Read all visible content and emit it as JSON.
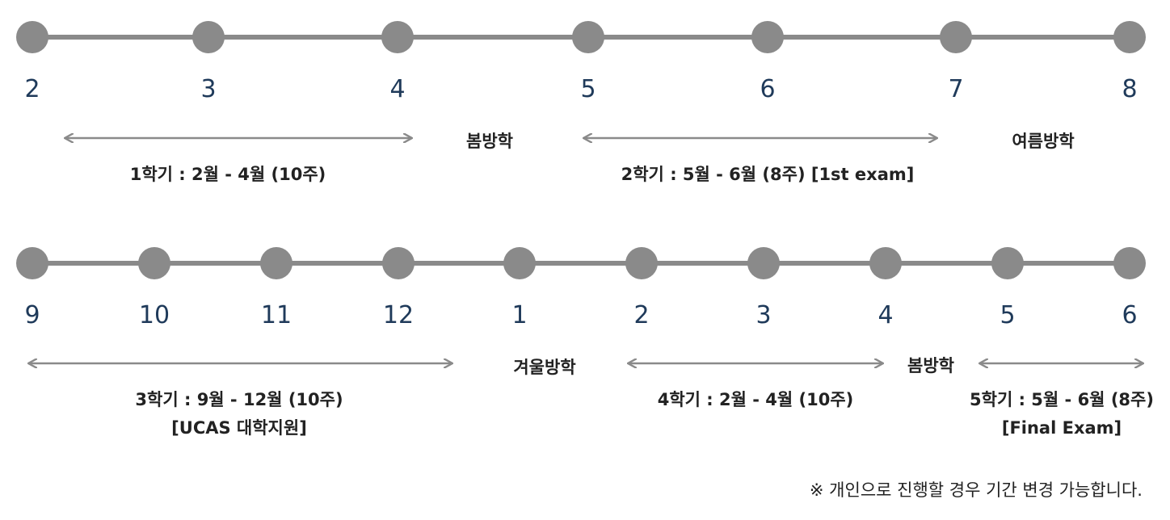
{
  "colors": {
    "track": "#8a8a8a",
    "node": "#8a8a8a",
    "month_text": "#1f3a5a",
    "label_text": "#222222",
    "arrow": "#8a8a8a"
  },
  "timeline_1": {
    "months": [
      "2",
      "3",
      "4",
      "5",
      "6",
      "7",
      "8"
    ],
    "terms": [
      {
        "label": "1학기 : 2월 - 4월 (10주)",
        "sub": ""
      },
      {
        "label": "2학기 : 5월 - 6월 (8주) [1st exam]",
        "sub": ""
      }
    ],
    "breaks": [
      "봄방학",
      "여름방학"
    ]
  },
  "timeline_2": {
    "months": [
      "9",
      "10",
      "11",
      "12",
      "1",
      "2",
      "3",
      "4",
      "5",
      "6"
    ],
    "terms": [
      {
        "label": "3학기 : 9월 - 12월 (10주)",
        "sub": "[UCAS 대학지원]"
      },
      {
        "label": "4학기 : 2월 - 4월 (10주)",
        "sub": ""
      },
      {
        "label": "5학기 : 5월 - 6월 (8주)",
        "sub": "[Final Exam]"
      }
    ],
    "breaks": [
      "겨울방학",
      "봄방학"
    ]
  },
  "footnote": "※ 개인으로 진행할 경우 기간 변경 가능합니다."
}
